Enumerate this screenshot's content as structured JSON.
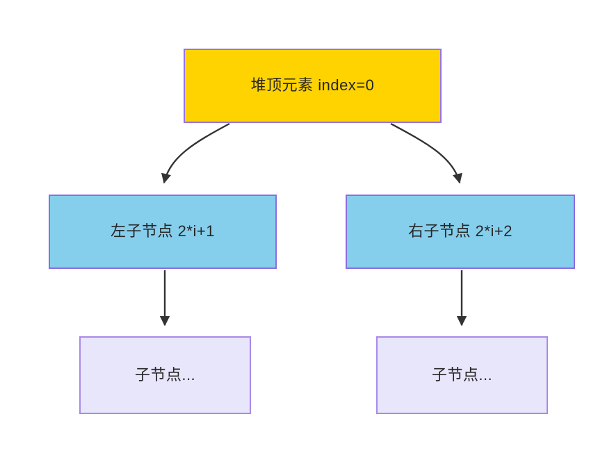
{
  "diagram": {
    "title": "Heap index relationship diagram",
    "background_color": "#ffffff",
    "nodes": [
      {
        "id": "root",
        "label": "堆顶元素 index=0",
        "fill": "#ffd300",
        "border": "#9673e0",
        "text_color": "#262626"
      },
      {
        "id": "left-child",
        "label": "左子节点 2*i+1",
        "fill": "#85cfec",
        "border": "#8c6ce0",
        "text_color": "#262626"
      },
      {
        "id": "right-child",
        "label": "右子节点 2*i+2",
        "fill": "#85cfec",
        "border": "#8c6ce0",
        "text_color": "#262626"
      },
      {
        "id": "left-leaf",
        "label": "子节点...",
        "fill": "#e8e6fa",
        "border": "#a98ae8",
        "text_color": "#262626"
      },
      {
        "id": "right-leaf",
        "label": "子节点...",
        "fill": "#e8e6fa",
        "border": "#a98ae8",
        "text_color": "#262626"
      }
    ],
    "edges": [
      {
        "id": "root-to-left-child",
        "from": "root",
        "to": "left-child",
        "style": "curved",
        "color": "#333333"
      },
      {
        "id": "root-to-right-child",
        "from": "root",
        "to": "right-child",
        "style": "curved",
        "color": "#333333"
      },
      {
        "id": "left-child-to-left-leaf",
        "from": "left-child",
        "to": "left-leaf",
        "style": "straight",
        "color": "#333333"
      },
      {
        "id": "right-child-to-right-leaf",
        "from": "right-child",
        "to": "right-leaf",
        "style": "straight",
        "color": "#333333"
      }
    ]
  }
}
